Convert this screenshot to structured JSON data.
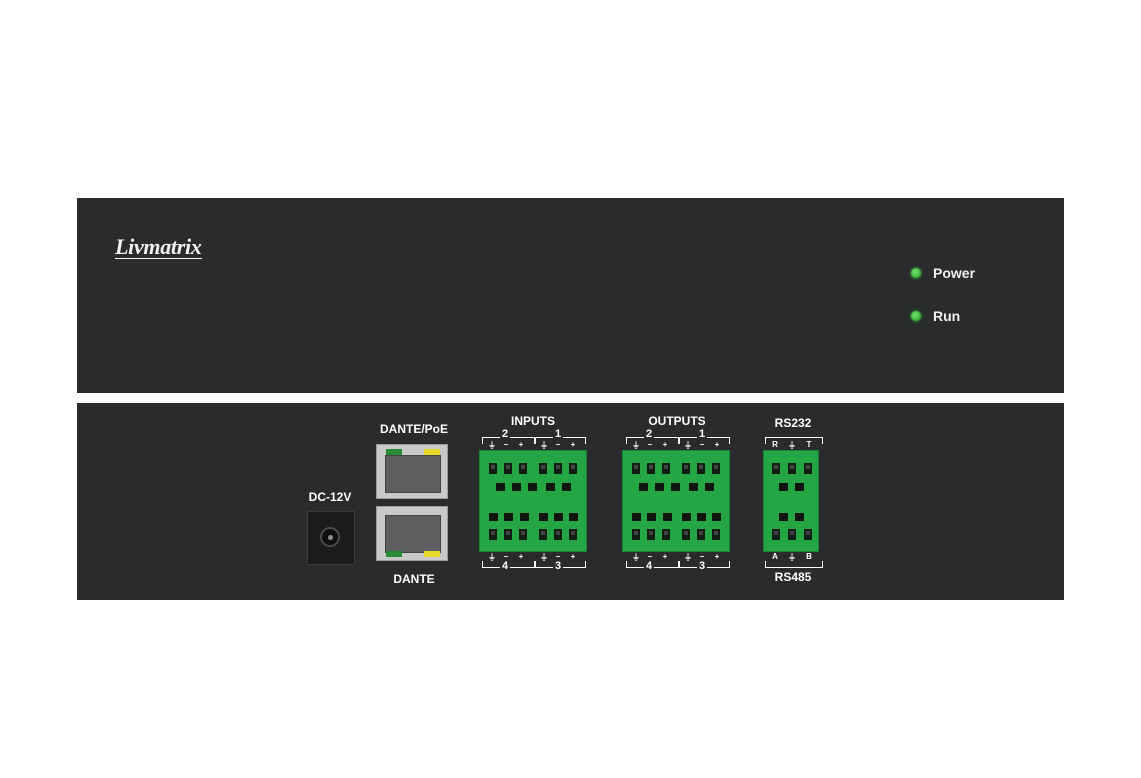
{
  "front": {
    "brand": "Livmatrix",
    "leds": [
      {
        "label": "Power",
        "color": "#3ec43e"
      },
      {
        "label": "Run",
        "color": "#3ec43e"
      }
    ]
  },
  "rear": {
    "dc_label": "DC-12V",
    "dante_poe_label": "DANTE/PoE",
    "dante_label": "DANTE",
    "inputs_label": "INPUTS",
    "outputs_label": "OUTPUTS",
    "rs232_label": "RS232",
    "rs485_label": "RS485",
    "channel_nums": {
      "top_left": "2",
      "top_right": "1",
      "bot_left": "4",
      "bot_right": "3"
    },
    "pin_marks": {
      "ground": "⏚",
      "minus": "−",
      "plus": "+"
    },
    "rs232_pins": [
      "R",
      "⏚",
      "T"
    ],
    "rs485_pins": [
      "A",
      "⏚",
      "B"
    ]
  }
}
